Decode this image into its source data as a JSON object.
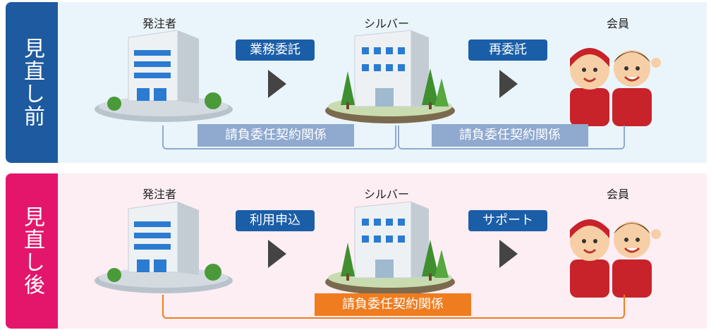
{
  "before": {
    "side_label": "見直し前",
    "roles": {
      "orderer": "発注者",
      "silver": "シルバー",
      "member": "会員"
    },
    "flow1": "業務委託",
    "flow2": "再委託",
    "contract_left": "請負委任契約関係",
    "contract_right": "請負委任契約関係"
  },
  "after": {
    "side_label": "見直し後",
    "roles": {
      "orderer": "発注者",
      "silver": "シルバー",
      "member": "会員"
    },
    "flow1": "利用申込",
    "flow2": "サポート",
    "contract": "請負委任契約関係"
  },
  "colors": {
    "before_side": "#1e5aa0",
    "after_side": "#e4166c",
    "flow_box": "#1b5ea8",
    "before_contract": "#8fa9cf",
    "after_contract": "#ef7d20"
  },
  "icons": [
    "office-building-icon",
    "silver-center-building-icon",
    "members-icon",
    "arrow-right-icon"
  ]
}
